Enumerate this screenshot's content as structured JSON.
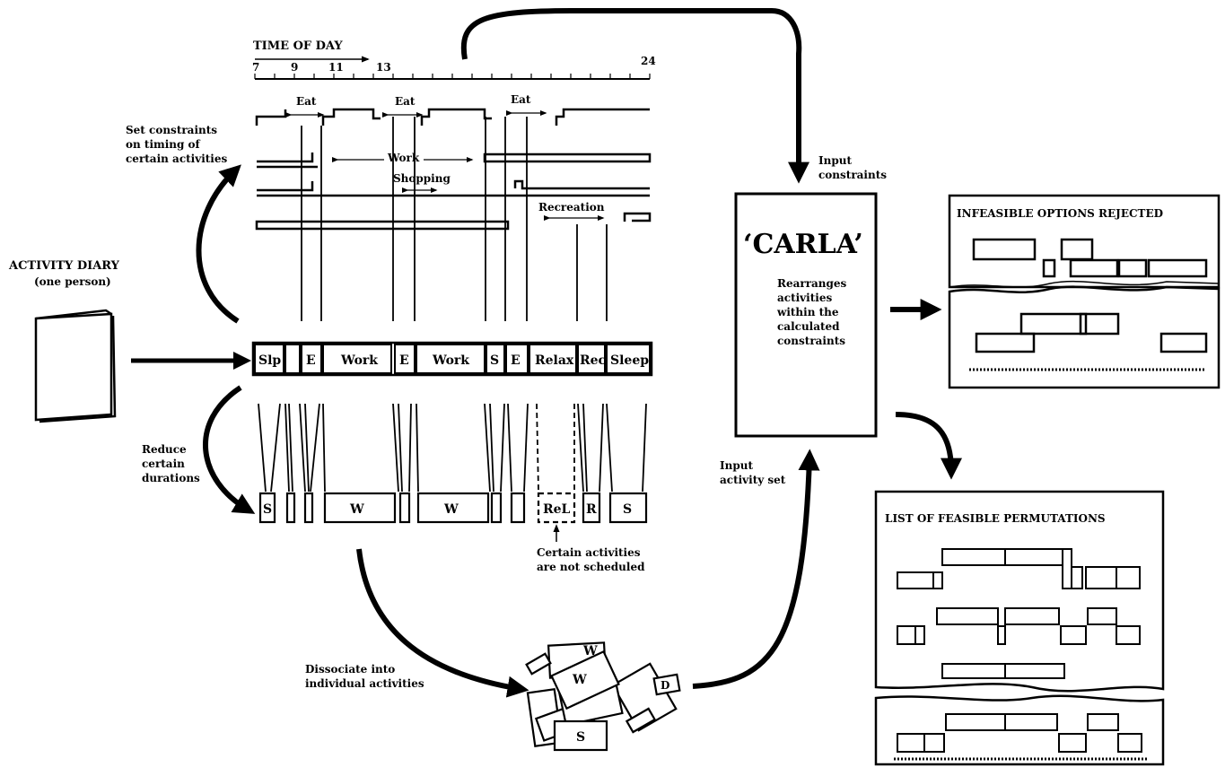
{
  "time_axis": {
    "title": "TIME OF DAY",
    "ticks": [
      "7",
      "9",
      "11",
      "13",
      "24"
    ]
  },
  "constraint_labels": {
    "eat1": "Eat",
    "eat2": "Eat",
    "eat3": "Eat",
    "work": "Work",
    "shopping": "Shopping",
    "recreation": "Recreation"
  },
  "diary": {
    "title": "ACTIVITY DIARY",
    "subtitle": "(one person)"
  },
  "left_notes": {
    "set_constraints": [
      "Set constraints",
      "on timing of",
      "certain activities"
    ],
    "reduce": [
      "Reduce",
      "certain",
      "durations"
    ],
    "dissociate": [
      "Dissociate into",
      "individual activities"
    ]
  },
  "activity_row": [
    "Slp",
    "E",
    "Work",
    "E",
    "Work",
    "S",
    "E",
    "Relax",
    "Rec",
    "Sleep"
  ],
  "reduced_row": [
    "S",
    "W",
    "W",
    "ReL",
    "R",
    "S"
  ],
  "scheduling_note": [
    "Certain activities",
    "are not scheduled"
  ],
  "pile_labels": [
    "W",
    "W",
    "S",
    "D"
  ],
  "carla": {
    "title": "‘CARLA’",
    "body": [
      "Rearranges",
      "activities",
      "within the",
      "calculated",
      "constraints"
    ]
  },
  "inputs": {
    "constraints": [
      "Input",
      "constraints"
    ],
    "activity_set": [
      "Input",
      "activity set"
    ]
  },
  "outputs": {
    "rejected": "INFEASIBLE OPTIONS REJECTED",
    "feasible": "LIST OF FEASIBLE PERMUTATIONS"
  }
}
